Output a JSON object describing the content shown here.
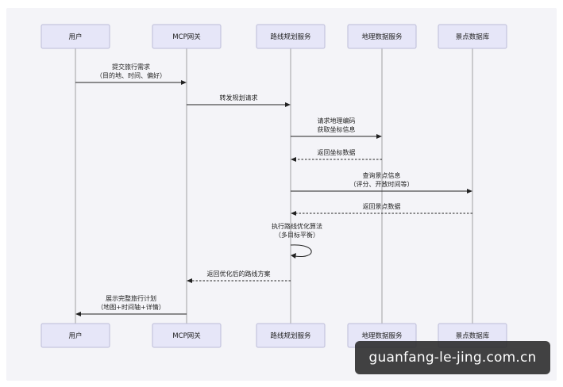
{
  "participants": [
    {
      "id": "user",
      "label": "用户"
    },
    {
      "id": "gateway",
      "label": "MCP网关"
    },
    {
      "id": "route",
      "label": "路线规划服务"
    },
    {
      "id": "geo",
      "label": "地理数据服务"
    },
    {
      "id": "poi",
      "label": "景点数据库"
    }
  ],
  "messages": [
    {
      "from": "user",
      "to": "gateway",
      "style": "solid",
      "lines": [
        "提交旅行需求",
        "（目的地、时间、偏好）"
      ]
    },
    {
      "from": "gateway",
      "to": "route",
      "style": "solid",
      "lines": [
        "转发规划请求"
      ]
    },
    {
      "from": "route",
      "to": "geo",
      "style": "solid",
      "lines": [
        "请求地理编码",
        "获取坐标信息"
      ]
    },
    {
      "from": "geo",
      "to": "route",
      "style": "dashed",
      "lines": [
        "返回坐标数据"
      ]
    },
    {
      "from": "route",
      "to": "poi",
      "style": "solid",
      "lines": [
        "查询景点信息",
        "（评分、开放时间等）"
      ]
    },
    {
      "from": "poi",
      "to": "route",
      "style": "dashed",
      "lines": [
        "返回景点数据"
      ]
    },
    {
      "from": "route",
      "to": "route",
      "style": "solid",
      "lines": [
        "执行路线优化算法",
        "（多目标平衡）"
      ]
    },
    {
      "from": "route",
      "to": "gateway",
      "style": "dashed",
      "lines": [
        "返回优化后的路线方案"
      ]
    },
    {
      "from": "gateway",
      "to": "user",
      "style": "solid",
      "lines": [
        "展示完整旅行计划",
        "（地图+时间轴+详情）"
      ]
    }
  ],
  "watermark": {
    "text": "guanfang-le-jing.com.cn"
  }
}
